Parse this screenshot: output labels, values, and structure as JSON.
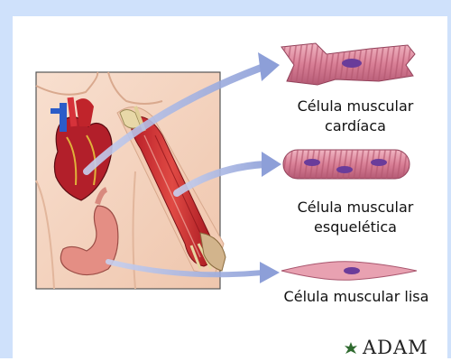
{
  "labels": {
    "cardiac_line1": "Célula muscular",
    "cardiac_line2": "cardíaca",
    "skeletal_line1": "Célula muscular",
    "skeletal_line2": "esquelética",
    "smooth": "Célula muscular lisa"
  },
  "brand": {
    "name": "ADAM"
  },
  "colors": {
    "frame_bg": "#cfe1fb",
    "arrow": "#9aa9dc",
    "skin": "#f6d6c3",
    "muscle_cell": "#d58aa0",
    "nucleus": "#6a3c9a"
  },
  "icons": [
    "heart-illustration",
    "stomach-illustration",
    "arm-muscle-illustration",
    "adam-leaf-icon"
  ]
}
